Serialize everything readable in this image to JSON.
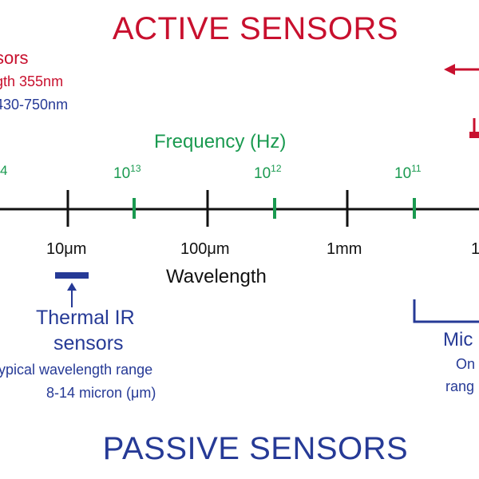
{
  "title_active": "ACTIVE SENSORS",
  "title_passive": "PASSIVE SENSORS",
  "lidar": {
    "line1": "sors",
    "line2": "gth 355nm",
    "line3": "430-750nm"
  },
  "frequency": {
    "title": "Frequency (Hz)",
    "partial_label": "4",
    "labels": [
      {
        "base": "10",
        "exp": "13"
      },
      {
        "base": "10",
        "exp": "12"
      },
      {
        "base": "10",
        "exp": "11"
      }
    ]
  },
  "wavelength": {
    "title": "Wavelength",
    "labels": [
      "10μm",
      "100μm",
      "1mm"
    ],
    "partial_label": "1"
  },
  "thermal": {
    "line1": "Thermal IR",
    "line2": "sensors",
    "line3": "ypical wavelength range",
    "line4": "8-14 micron (μm)"
  },
  "microwave": {
    "line1": "Mic",
    "line2": "On",
    "line3": "rang"
  },
  "colors": {
    "active": "#c8102e",
    "passive": "#263a96",
    "frequency": "#1a9a50",
    "axis": "#111111"
  },
  "icons": [
    "arrow-left-icon",
    "arrow-up-icon"
  ]
}
